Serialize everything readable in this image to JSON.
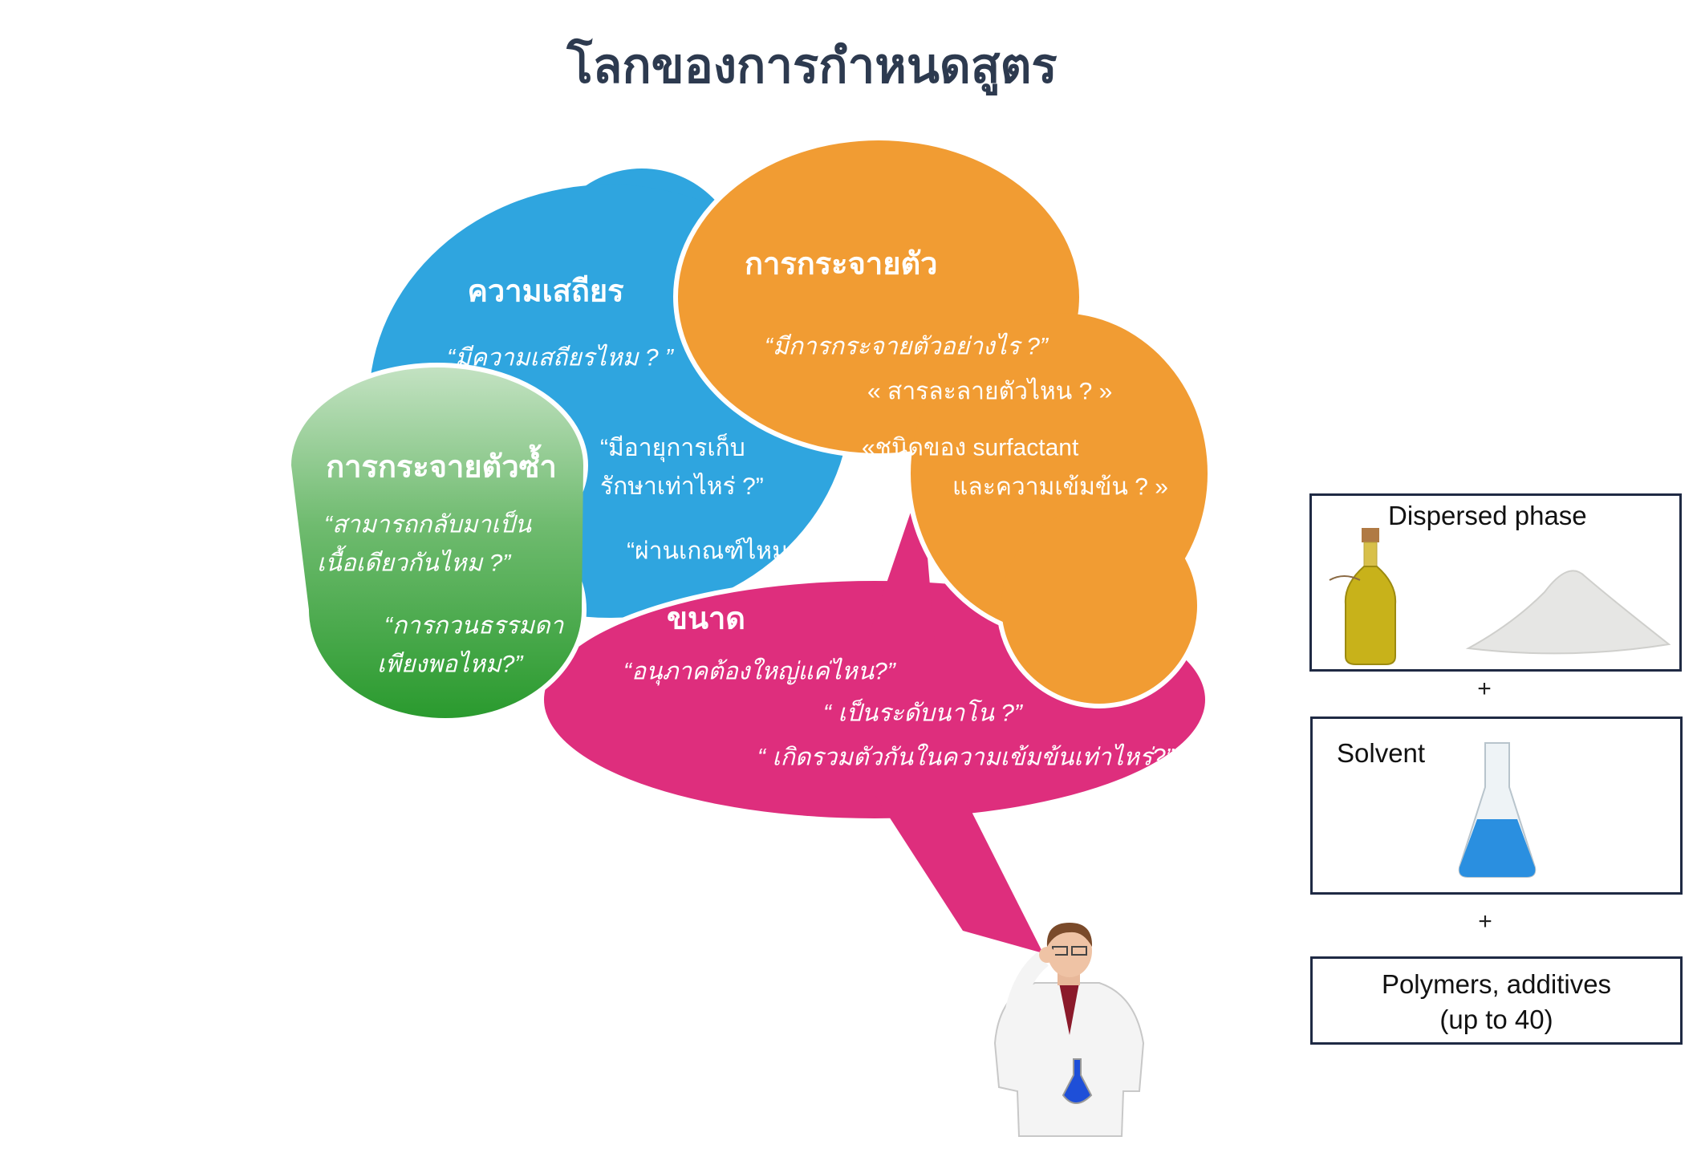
{
  "title": "โลกของการกำหนดสูตร",
  "colors": {
    "blue": "#2fa5df",
    "orange": "#f19c33",
    "pink": "#de2e7d",
    "green_top": "#c3e2c2",
    "green_bottom": "#2a9a2e",
    "title": "#2d3a4f"
  },
  "stability": {
    "heading": "ความเสถียร",
    "q1": "“มีความเสถียรไหม ? ”",
    "q2_line1": "“มีอายุการเก็บ",
    "q2_line2": "รักษาเท่าไหร่ ?”",
    "q3": "“ผ่านเกณฑ์ไหม ?”"
  },
  "dispersion": {
    "heading": "การกระจายตัว",
    "q1": "“มีการกระจายตัวอย่างไร ?”",
    "q2": "« สารละลายตัวไหน ? »",
    "q3_line1": "«ชนิดของ surfactant",
    "q3_line2": "และความเข้มข้น ? »"
  },
  "size": {
    "heading": "ขนาด",
    "q1": "“อนุภาคต้องใหญ่แค่ไหน?”",
    "q2": "“ เป็นระดับนาโน ?”",
    "q3": "“ เกิดรวมตัวกันในความเข้มข้นเท่าไหร่?”"
  },
  "redispersion": {
    "heading": "การกระจายตัวซ้ำ",
    "q1_line1": "“สามารถกลับมาเป็น",
    "q1_line2": "เนื้อเดียวกันไหม ?”",
    "q2_line1": "“การกวนธรรมดา",
    "q2_line2": "เพียงพอไหม?”"
  },
  "components": {
    "dispersed_phase": "Dispersed phase",
    "plus1": "+",
    "solvent": "Solvent",
    "plus2": "+",
    "polymers_line1": "Polymers, additives",
    "polymers_line2": "(up to 40)"
  }
}
